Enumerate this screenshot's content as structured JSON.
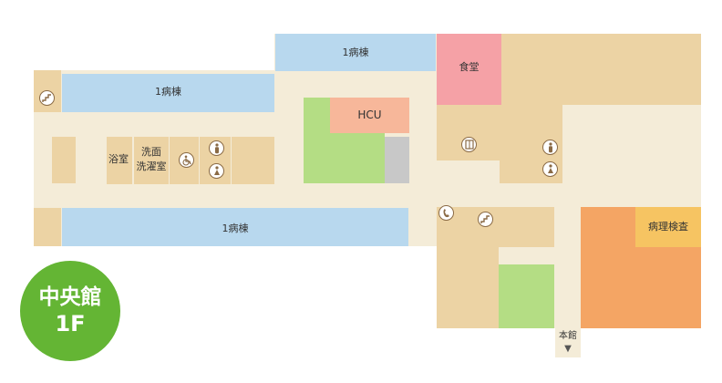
{
  "colors": {
    "corridor": "#f4ecd8",
    "room": "#ecd3a4",
    "ward": "#b8d8ee",
    "hcu": "#f7b79a",
    "cafeteria": "#f5a1a6",
    "green": "#b4dd84",
    "gray": "#c8c8c8",
    "pathology": "#f4a564",
    "pathology_label_bg": "#f6c462",
    "badge": "#64b534",
    "icon_stroke": "#8a6a45"
  },
  "rooms": {
    "ward_top": "1病棟",
    "ward_left": "1病棟",
    "ward_bottom": "1病棟",
    "cafeteria": "食堂",
    "hcu": "HCU",
    "bath": "浴室",
    "washroom_line1": "洗面",
    "washroom_line2": "洗濯室",
    "pathology": "病理検査"
  },
  "exit": {
    "label": "本館",
    "arrow": "▼"
  },
  "badge": {
    "building": "中央館",
    "floor": "1F"
  },
  "icons": [
    "stairs-icon",
    "accessible-toilet-icon",
    "restroom-icon",
    "elevator-icon",
    "phone-icon"
  ]
}
